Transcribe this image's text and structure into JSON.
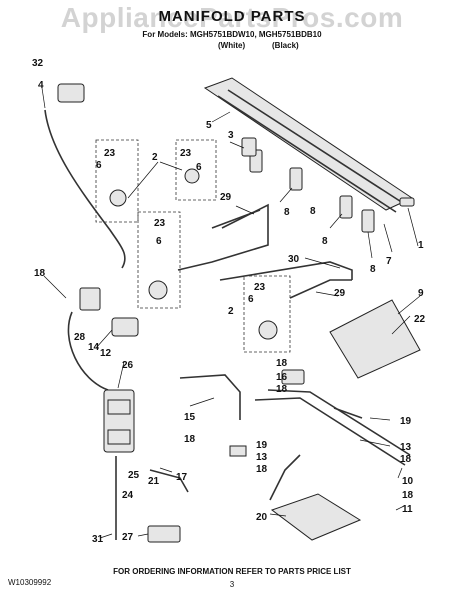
{
  "watermark": "AppliancePartsPros.com",
  "header": {
    "title": "MANIFOLD PARTS",
    "models": "For Models: MGH5751BDW10, MGH5751BDB10",
    "color_white": "(White)",
    "color_black": "(Black)"
  },
  "labels": [
    {
      "id": "32",
      "text": "32"
    },
    {
      "id": "4",
      "text": "4"
    },
    {
      "id": "5",
      "text": "5"
    },
    {
      "id": "3",
      "text": "3"
    },
    {
      "id": "23a",
      "text": "23"
    },
    {
      "id": "6a",
      "text": "6"
    },
    {
      "id": "2a",
      "text": "2"
    },
    {
      "id": "23b",
      "text": "23"
    },
    {
      "id": "6b",
      "text": "6"
    },
    {
      "id": "8a",
      "text": "8"
    },
    {
      "id": "8b",
      "text": "8"
    },
    {
      "id": "29a",
      "text": "29"
    },
    {
      "id": "23c",
      "text": "23"
    },
    {
      "id": "6c",
      "text": "6"
    },
    {
      "id": "8c",
      "text": "8"
    },
    {
      "id": "8d",
      "text": "8"
    },
    {
      "id": "7",
      "text": "7"
    },
    {
      "id": "1",
      "text": "1"
    },
    {
      "id": "30",
      "text": "30"
    },
    {
      "id": "18a",
      "text": "18"
    },
    {
      "id": "23d",
      "text": "23"
    },
    {
      "id": "6d",
      "text": "6"
    },
    {
      "id": "29b",
      "text": "29"
    },
    {
      "id": "9",
      "text": "9"
    },
    {
      "id": "28",
      "text": "28"
    },
    {
      "id": "2b",
      "text": "2"
    },
    {
      "id": "22",
      "text": "22"
    },
    {
      "id": "14",
      "text": "14"
    },
    {
      "id": "12",
      "text": "12"
    },
    {
      "id": "18b",
      "text": "18"
    },
    {
      "id": "16",
      "text": "16"
    },
    {
      "id": "26",
      "text": "26"
    },
    {
      "id": "18c",
      "text": "18"
    },
    {
      "id": "15",
      "text": "15"
    },
    {
      "id": "18d",
      "text": "18"
    },
    {
      "id": "19a",
      "text": "19"
    },
    {
      "id": "13a",
      "text": "13"
    },
    {
      "id": "19b",
      "text": "19"
    },
    {
      "id": "13b",
      "text": "13"
    },
    {
      "id": "18e",
      "text": "18"
    },
    {
      "id": "18f",
      "text": "18"
    },
    {
      "id": "21",
      "text": "21"
    },
    {
      "id": "25",
      "text": "25"
    },
    {
      "id": "17",
      "text": "17"
    },
    {
      "id": "24",
      "text": "24"
    },
    {
      "id": "10",
      "text": "10"
    },
    {
      "id": "18g",
      "text": "18"
    },
    {
      "id": "11",
      "text": "11"
    },
    {
      "id": "20",
      "text": "20"
    },
    {
      "id": "31",
      "text": "31"
    },
    {
      "id": "27",
      "text": "27"
    }
  ],
  "footer": {
    "ordering": "FOR ORDERING INFORMATION REFER TO PARTS PRICE LIST",
    "doc_number": "W10309992",
    "page": "3"
  }
}
